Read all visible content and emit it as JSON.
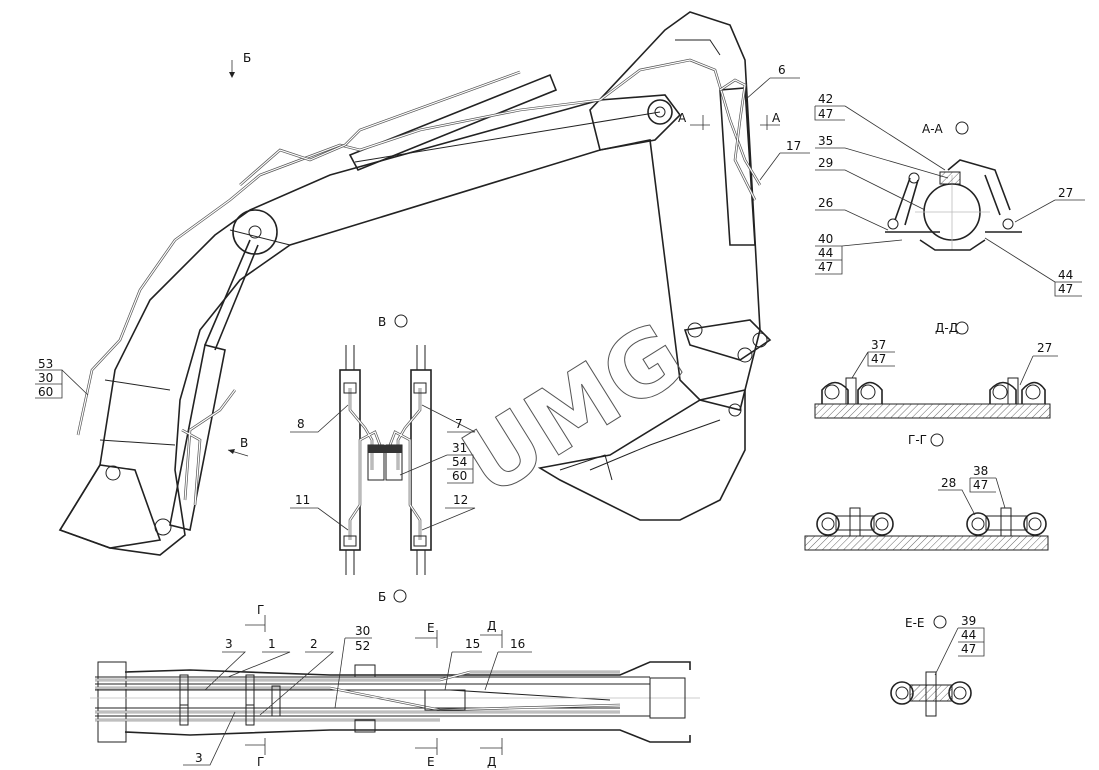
{
  "watermark": "UMG",
  "main_view": {
    "view_marks": {
      "b_top": "Б",
      "v_left": "В",
      "a_left": "А",
      "a_right": "А"
    },
    "callouts": {
      "p6": "6",
      "p17": "17",
      "p53": "53",
      "p30": "30",
      "p60": "60"
    }
  },
  "section_aa": {
    "title": "А-А",
    "callouts": {
      "p42": "42",
      "p47a": "47",
      "p35": "35",
      "p29": "29",
      "p26": "26",
      "p27": "27",
      "p40": "40",
      "p44a": "44",
      "p47b": "47",
      "p44b": "44",
      "p47c": "47"
    }
  },
  "view_v": {
    "title": "В",
    "bottom_mark": "Б",
    "callouts": {
      "p8": "8",
      "p7": "7",
      "p31": "31",
      "p54": "54",
      "p60": "60",
      "p11": "11",
      "p12": "12"
    }
  },
  "section_dd": {
    "title": "Д-Д",
    "callouts": {
      "p37": "37",
      "p47": "47",
      "p27": "27"
    }
  },
  "section_gg": {
    "title": "Г-Г",
    "callouts": {
      "p38": "38",
      "p47": "47",
      "p28": "28"
    }
  },
  "section_ee": {
    "title": "Е-Е",
    "callouts": {
      "p39": "39",
      "p44": "44",
      "p47": "47"
    }
  },
  "view_b": {
    "cut_marks": {
      "g": "Г",
      "e": "Е",
      "d": "Д"
    },
    "callouts": {
      "p3a": "3",
      "p1": "1",
      "p2": "2",
      "p30": "30",
      "p52": "52",
      "p15": "15",
      "p16": "16",
      "p3b": "3"
    }
  }
}
